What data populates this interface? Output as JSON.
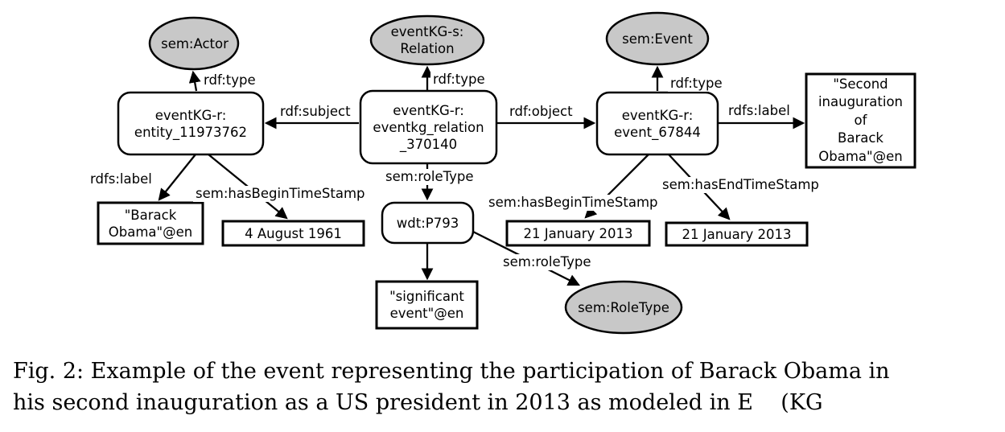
{
  "figure": {
    "caption_line1": "Fig. 2: Example of the event representing the participation of Barack Obama in",
    "caption_line2": "his second inauguration as a US president in 2013 as modeled in E    (KG"
  },
  "colors": {
    "class_node_fill": "#c8c8c8",
    "instance_node_fill": "#ffffff",
    "stroke": "#000000",
    "background": "#ffffff"
  },
  "nodes": {
    "actor_class": {
      "label": "sem:Actor"
    },
    "relation_class": {
      "line1": "eventKG-s:",
      "line2": "Relation"
    },
    "event_class": {
      "label": "sem:Event"
    },
    "roletype_class": {
      "label": "sem:RoleType"
    },
    "entity": {
      "line1": "eventKG-r:",
      "line2": "entity_11973762"
    },
    "relation": {
      "line1": "eventKG-r:",
      "line2": "eventkg_relation",
      "line3": "_370140"
    },
    "event": {
      "line1": "eventKG-r:",
      "line2": "event_67844"
    },
    "wdt": {
      "label": "wdt:P793"
    },
    "barack_label": {
      "line1": "\"Barack",
      "line2": "Obama\"@en"
    },
    "birth_date": {
      "label": "4 August 1961"
    },
    "inauguration_label": {
      "line1": "\"Second",
      "line2": "inauguration",
      "line3": "of",
      "line4": "Barack",
      "line5": "Obama\"@en"
    },
    "begin_date": {
      "label": "21 January 2013"
    },
    "end_date": {
      "label": "21 January 2013"
    },
    "significant_event_label": {
      "line1": "\"significant",
      "line2": "event\"@en"
    }
  },
  "edges": {
    "rdf_type_entity": "rdf:type",
    "rdf_type_relation": "rdf:type",
    "rdf_type_event": "rdf:type",
    "rdf_subject": "rdf:subject",
    "rdf_object": "rdf:object",
    "rdfs_label_event": "rdfs:label",
    "rdfs_label_entity": "rdfs:label",
    "sem_hasBeginTimeStamp_entity": "sem:hasBeginTimeStamp",
    "sem_roleType_relation": "sem:roleType",
    "sem_hasBeginTimeStamp_event": "sem:hasBeginTimeStamp",
    "sem_hasEndTimeStamp_event": "sem:hasEndTimeStamp",
    "sem_roleType_wdt": "sem:roleType"
  }
}
